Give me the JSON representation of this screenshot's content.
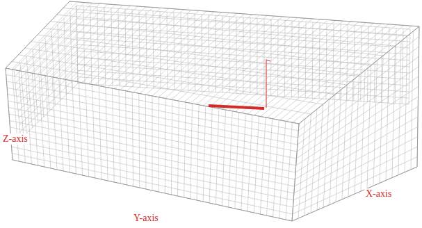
{
  "diagram": {
    "labels": [
      "Z-axis",
      "Y-axis",
      "X-axis"
    ]
  }
}
